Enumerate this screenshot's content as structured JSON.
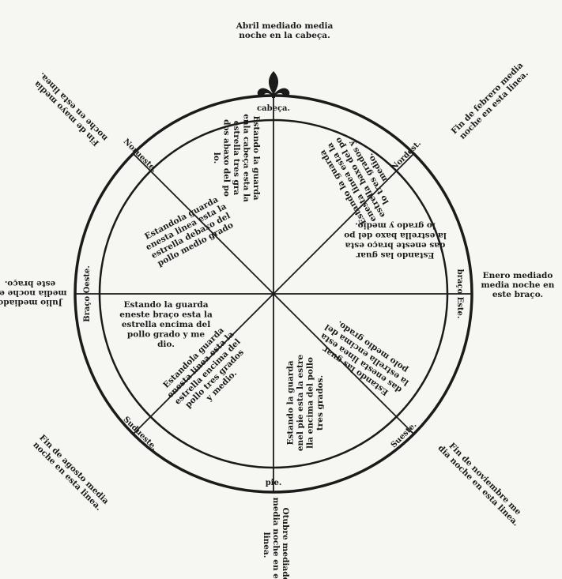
{
  "title_outside": {
    "top": [
      "Abril mediado media",
      "noche en la cabeça."
    ],
    "northeast": [
      "Fin de febrero media",
      "noche en esta linea."
    ],
    "right": [
      "Enero mediado",
      "media noche en",
      "este braço."
    ],
    "southeast": [
      "Fin de noviembre me",
      "dia noche en esta linea."
    ],
    "bottom": [
      "Otubre mediado",
      "media noche en esta",
      "linea."
    ],
    "southwest": [
      "Fin de agosto media",
      "noche en esta linea."
    ],
    "left": [
      "Julio mediado",
      "media noche en",
      "este braço."
    ],
    "northwest": [
      "Fin de mayo media",
      "noche en esta linea."
    ]
  },
  "ring_labels": {
    "top": "cabeça.",
    "northeast": "Nordest.",
    "right": "braço Este.",
    "southeast": "Sueste.",
    "bottom": "pie.",
    "southwest": "Sudueste.",
    "left": "Braço Oeste.",
    "northwest": "Norueste."
  },
  "segments": {
    "top": [
      "Estando la guarda",
      "enla cabeça esta la",
      "estrella tres gra",
      "dos abaxo del po",
      "lo."
    ],
    "northeast": [
      "Estando la guarda",
      "enesta linea esta la",
      "estrella baxo del po",
      "lo tres grados y",
      "medio."
    ],
    "right": [
      "Estando las guar",
      "das eneste braço esta",
      "la estrella baxo del po",
      "lo grado y medio."
    ],
    "southeast": [
      "Estando las guar",
      "das enesta linea esta",
      "la estrella encima del",
      "polo medio grado."
    ],
    "bottom": [
      "Estando la guarda",
      "enel pie esta la estre",
      "lla encima del pollo",
      "tres grados."
    ],
    "southwest": [
      "Estandola guarda",
      "enesta linea esta la",
      "estrella encima del",
      "pollo tres grados",
      "y medio."
    ],
    "left": [
      "Estando la guarda",
      "eneste braço esta la",
      "estrella encima del",
      "pollo grado y me",
      "dio."
    ],
    "northwest": [
      "Estandola guarda",
      "enesta linea esta la",
      "estrella debaxo del",
      "pollo medio grado"
    ]
  },
  "colors": {
    "ink": "#1b1b1b",
    "paper": "#f6f6f3"
  }
}
